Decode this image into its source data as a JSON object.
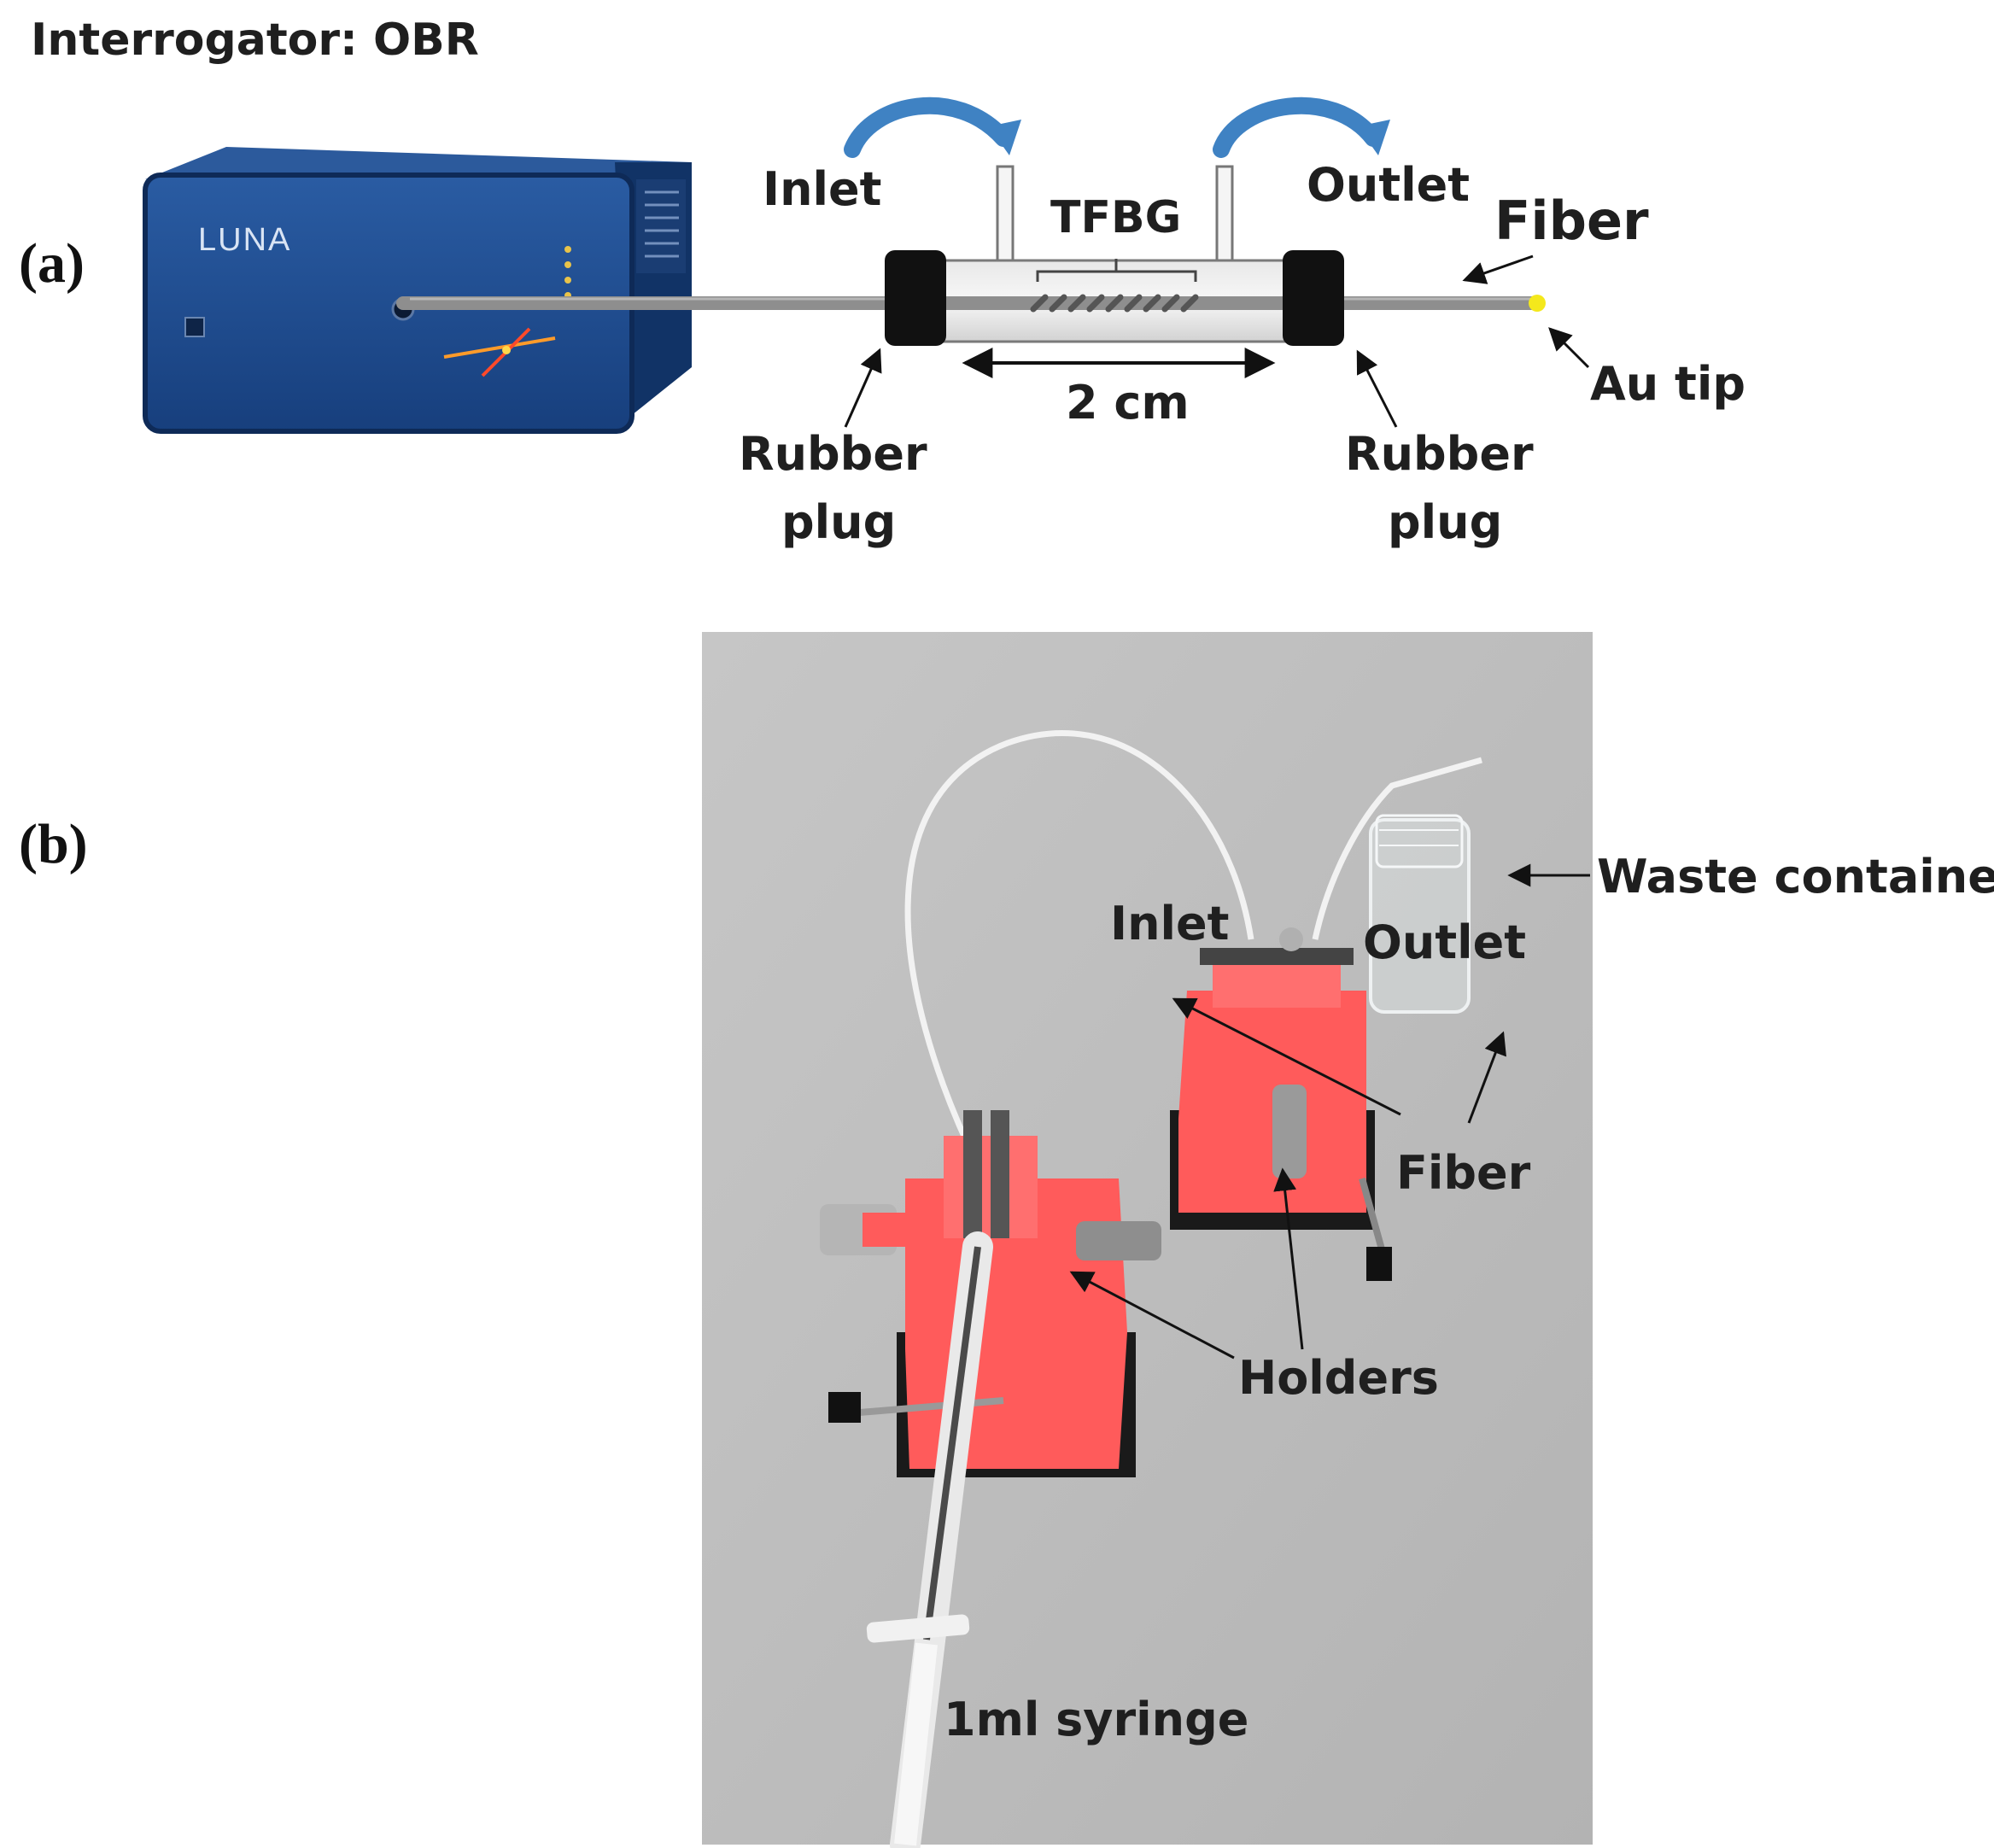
{
  "panel_a": {
    "letter": "(a)",
    "title": "Interrogator: OBR",
    "device_logo": "LUNA",
    "inlet": "Inlet",
    "outlet": "Outlet",
    "grating": "TFBG",
    "fiber": "Fiber",
    "tip": "Au tip",
    "length": "2 cm",
    "plug_left": [
      "Rubber",
      "plug"
    ],
    "plug_right": [
      "Rubber",
      "plug"
    ]
  },
  "panel_b": {
    "letter": "(b)",
    "inlet": "Inlet",
    "outlet": "Outlet",
    "waste": "Waste container",
    "fiber": "Fiber",
    "holders": "Holders",
    "syringe": "1ml syringe"
  },
  "colors": {
    "device_blue": "#1e4f95",
    "flow_arrow": "#3f82c3",
    "holder": "#ff5b5b",
    "photo_bg": "#bdbdbd",
    "au_tip": "#f4e81c"
  }
}
